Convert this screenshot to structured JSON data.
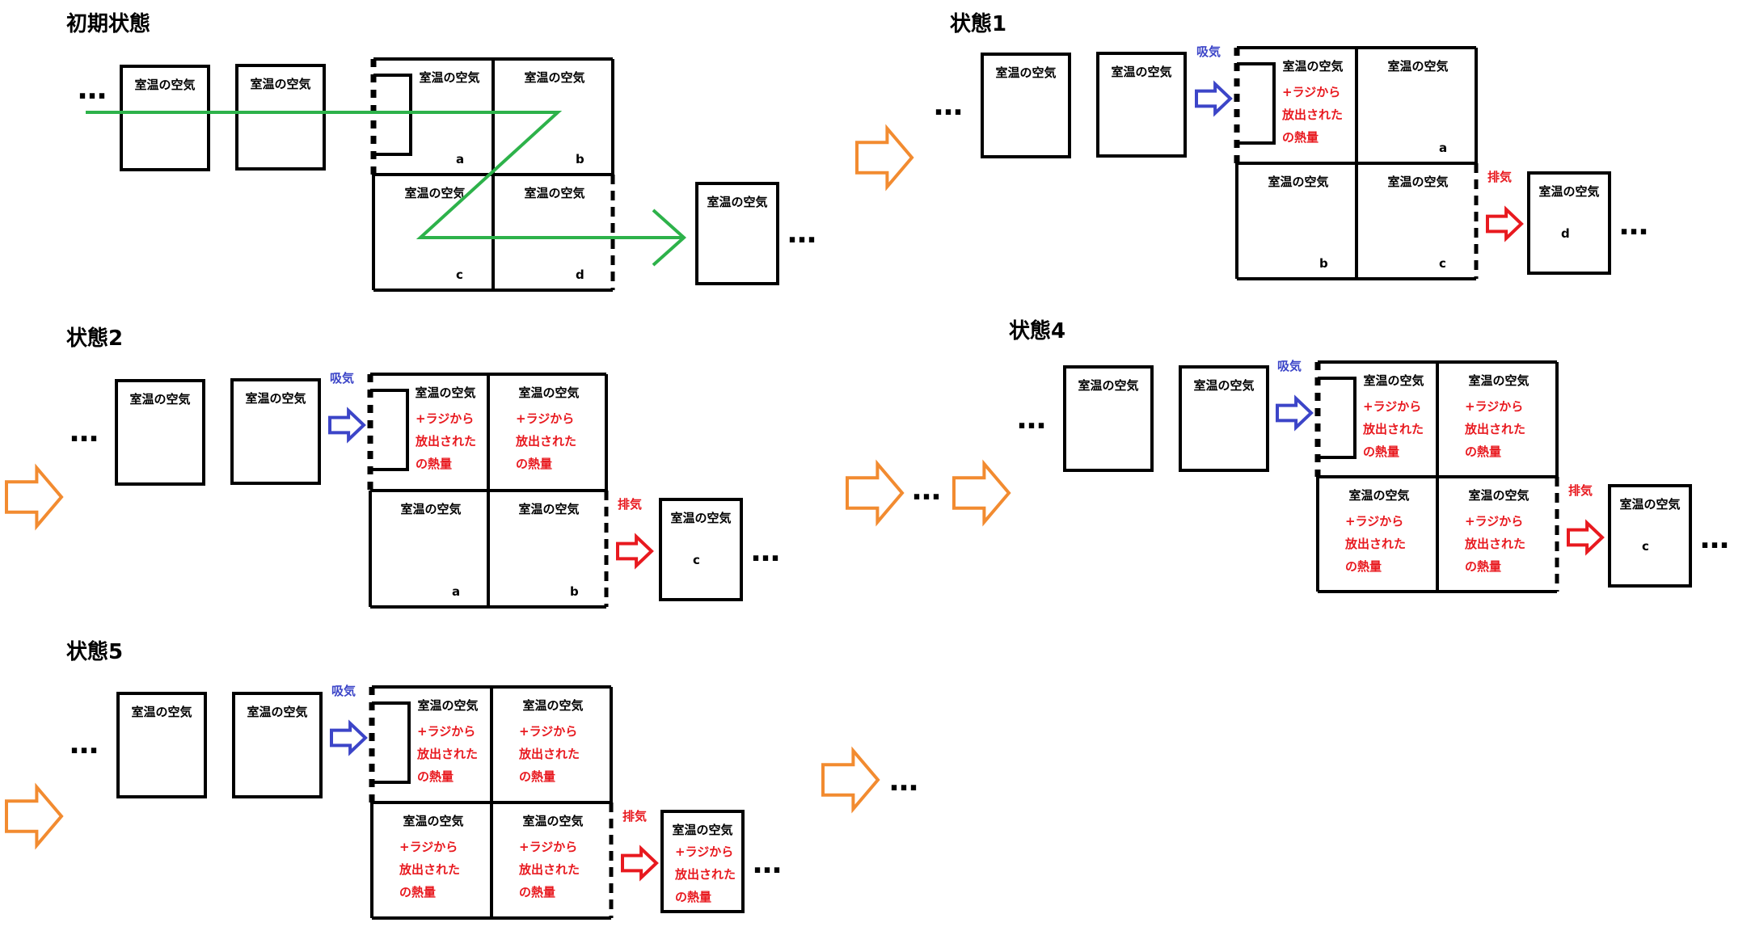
{
  "labels": {
    "air": "室温の空気",
    "heat": [
      "+ラジから",
      "放出された",
      "の熱量"
    ],
    "intake": "吸気",
    "exhaust": "排気",
    "dots": "…"
  },
  "colors": {
    "box": "#000000",
    "heat_text": "#e8191f",
    "intake_text": "#3c45c8",
    "intake_arrow": "#3c45c8",
    "exhaust_text": "#e8191f",
    "exhaust_arrow": "#e8191f",
    "transition_arrow": "#f28b30",
    "flow_path": "#2db24a"
  },
  "states": [
    {
      "id": "initial",
      "title": "初期状態",
      "cells": {
        "a": {
          "tag": "a",
          "heated": false
        },
        "b": {
          "tag": "b",
          "heated": false
        },
        "c": {
          "tag": "c",
          "heated": false
        },
        "d": {
          "tag": "d",
          "heated": false
        }
      },
      "outside": {
        "tag": "",
        "heated": false
      },
      "has_intake": false,
      "has_exhaust": false,
      "flow_path": true
    },
    {
      "id": "s1",
      "title": "状態1",
      "cells": {
        "a": {
          "tag": "",
          "heated": true
        },
        "b": {
          "tag": "a",
          "heated": false
        },
        "c": {
          "tag": "b",
          "heated": false
        },
        "d": {
          "tag": "c",
          "heated": false
        }
      },
      "outside": {
        "tag": "d",
        "heated": false
      },
      "has_intake": true,
      "has_exhaust": true
    },
    {
      "id": "s2",
      "title": "状態2",
      "cells": {
        "a": {
          "tag": "",
          "heated": true
        },
        "b": {
          "tag": "",
          "heated": true
        },
        "c": {
          "tag": "a",
          "heated": false
        },
        "d": {
          "tag": "b",
          "heated": false
        }
      },
      "outside": {
        "tag": "c",
        "heated": false
      },
      "has_intake": true,
      "has_exhaust": true
    },
    {
      "id": "s4",
      "title": "状態4",
      "cells": {
        "a": {
          "tag": "",
          "heated": true
        },
        "b": {
          "tag": "",
          "heated": true
        },
        "c": {
          "tag": "",
          "heated": true
        },
        "d": {
          "tag": "",
          "heated": true
        }
      },
      "outside": {
        "tag": "c",
        "heated": false
      },
      "has_intake": true,
      "has_exhaust": true
    },
    {
      "id": "s5",
      "title": "状態5",
      "cells": {
        "a": {
          "tag": "",
          "heated": true
        },
        "b": {
          "tag": "",
          "heated": true
        },
        "c": {
          "tag": "",
          "heated": true
        },
        "d": {
          "tag": "",
          "heated": true
        }
      },
      "outside": {
        "tag": "",
        "heated": true
      },
      "has_intake": true,
      "has_exhaust": true
    }
  ]
}
